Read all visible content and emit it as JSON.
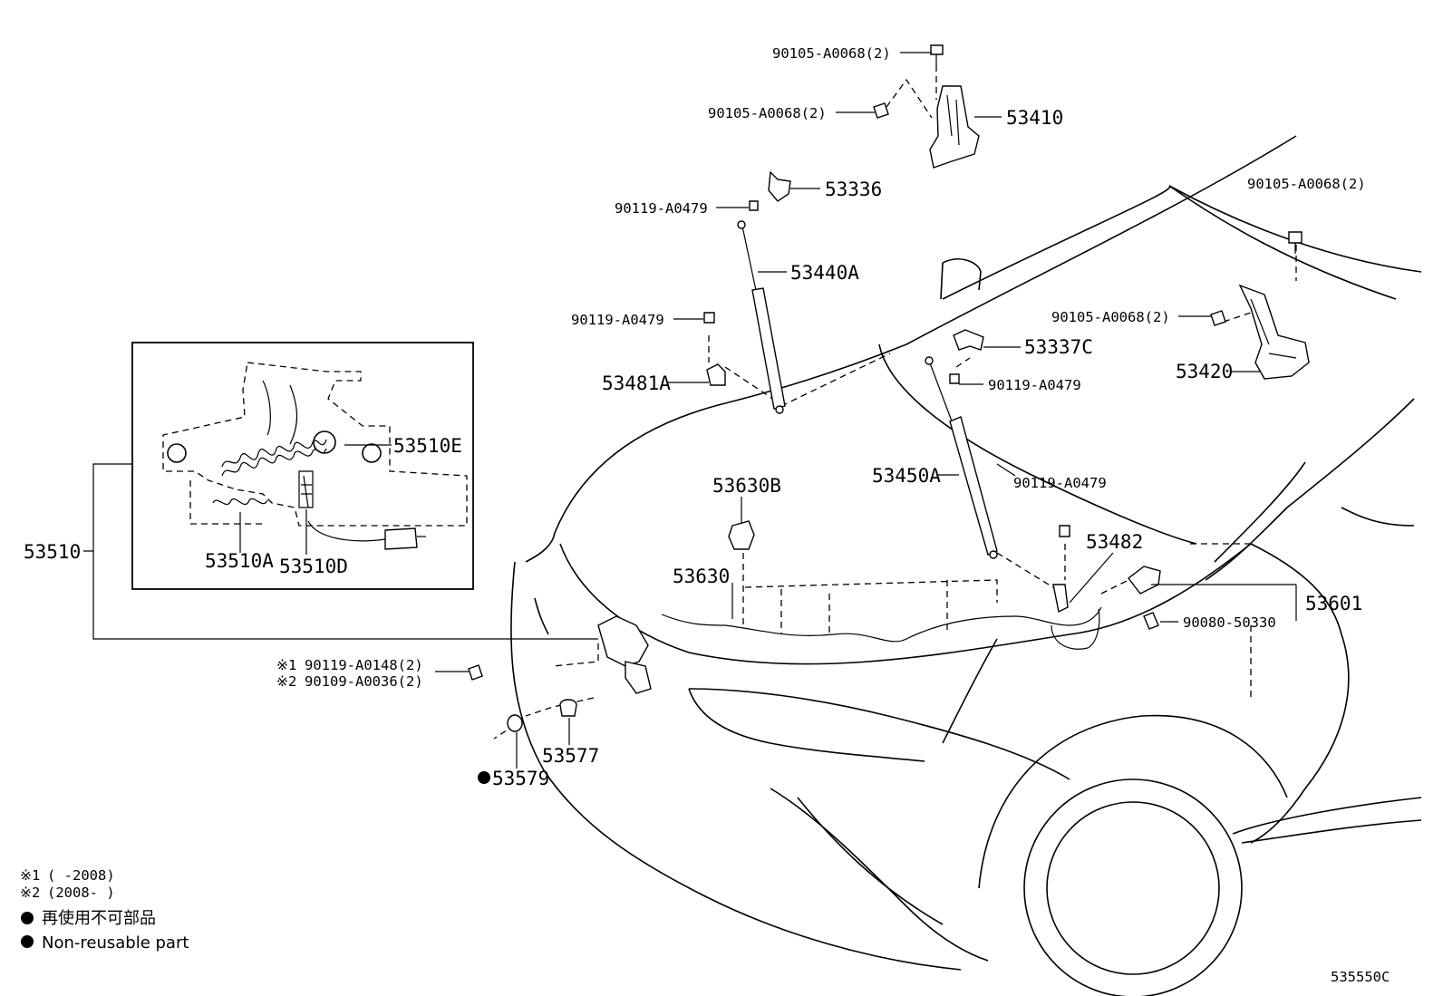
{
  "diagram_id": "535550C",
  "parts": {
    "p53410": "53410",
    "p53420": "53420",
    "p53336": "53336",
    "p53337C": "53337C",
    "p53440A": "53440A",
    "p53450A": "53450A",
    "p53481A": "53481A",
    "p53482": "53482",
    "p53510": "53510",
    "p53510A": "53510A",
    "p53510D": "53510D",
    "p53510E": "53510E",
    "p53577": "53577",
    "p53579": "53579",
    "p53601": "53601",
    "p53630": "53630",
    "p53630B": "53630B"
  },
  "fasteners": {
    "bolt_top_1": "90105-A0068(2)",
    "bolt_top_2": "90105-A0068(2)",
    "bolt_right_1": "90105-A0068(2)",
    "bolt_right_2": "90105-A0068(2)",
    "screw_stay_upper": "90119-A0479",
    "screw_stay_left": "90119-A0479",
    "screw_stay_mid": "90119-A0479",
    "screw_stay_right": "90119-A0479",
    "latch_bolt_1": "90119-A0148(2)",
    "latch_bolt_2": "90109-A0036(2)",
    "switch_screw": "90080-50330"
  },
  "markers": {
    "m1": "※1",
    "m2": "※2",
    "non_reusable_dot": "●"
  },
  "legend": {
    "note1_mark": "※1",
    "note1_text": "(     -2008)",
    "note2_mark": "※2",
    "note2_text": "(2008-     )",
    "dot_jp": "再使用不可部品",
    "dot_en": "Non-reusable part"
  }
}
